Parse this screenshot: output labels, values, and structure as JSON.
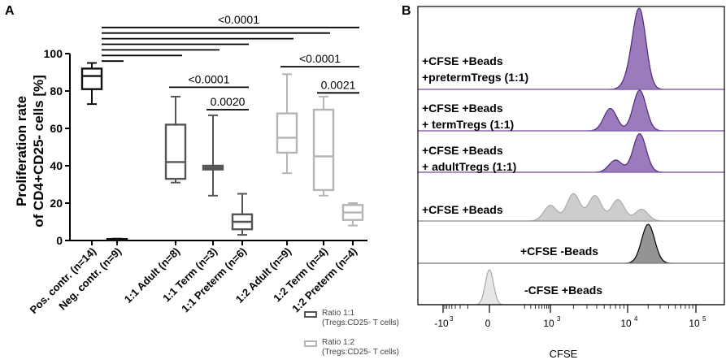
{
  "chart_data": [
    {
      "panel_label": "A",
      "type": "box",
      "ylabel": "Proliferation rate of CD4+CD25- cells [%]",
      "ylabel_lines": [
        "Proliferation rate",
        "of CD4+CD25- cells [%]"
      ],
      "ylim": [
        0,
        100
      ],
      "yticks": [
        0,
        20,
        40,
        60,
        80,
        100
      ],
      "categories": [
        "Pos. contr. (n=14)",
        "Neg. contr. (n=9)",
        "1:1 Adult (n=8)",
        "1:1 Term (n=3)",
        "1:1 Preterm (n=6)",
        "1:2 Adult (n=9)",
        "1:2 Term (n=4)",
        "1:2 Preterm (n=4)"
      ],
      "boxes": [
        {
          "min": 73,
          "q1": 81,
          "median": 88,
          "q3": 92,
          "max": 95,
          "group": "control"
        },
        {
          "min": 0.2,
          "q1": 0.3,
          "median": 0.5,
          "q3": 0.8,
          "max": 1.0,
          "group": "control"
        },
        {
          "min": 31,
          "q1": 33,
          "median": 42,
          "q3": 62,
          "max": 77,
          "group": "ratio_1_1"
        },
        {
          "min": 24,
          "q1": 38,
          "median": 39,
          "q3": 40,
          "max": 67,
          "group": "ratio_1_1"
        },
        {
          "min": 3,
          "q1": 6,
          "median": 10,
          "q3": 14,
          "max": 25,
          "group": "ratio_1_1"
        },
        {
          "min": 36,
          "q1": 47,
          "median": 55,
          "q3": 68,
          "max": 89,
          "group": "ratio_1_2"
        },
        {
          "min": 24,
          "q1": 27,
          "median": 45,
          "q3": 70,
          "max": 77,
          "group": "ratio_1_2"
        },
        {
          "min": 8,
          "q1": 11,
          "median": 15,
          "q3": 19,
          "max": 20,
          "group": "ratio_1_2"
        }
      ],
      "significance": [
        {
          "label": "<0.0001",
          "y": 114,
          "from": 0,
          "to": 7
        },
        {
          "label": "",
          "y": 111,
          "from": 0,
          "to": 6
        },
        {
          "label": "",
          "y": 108,
          "from": 0,
          "to": 5
        },
        {
          "label": "",
          "y": 105,
          "from": 0,
          "to": 4
        },
        {
          "label": "",
          "y": 102,
          "from": 0,
          "to": 3
        },
        {
          "label": "",
          "y": 99,
          "from": 0,
          "to": 2
        },
        {
          "label": "",
          "y": 96,
          "from": 0,
          "to": 1
        },
        {
          "label": "<0.0001",
          "y": 82,
          "from": 2,
          "to": 4
        },
        {
          "label": "0.0020",
          "y": 70,
          "from": 3,
          "to": 4
        },
        {
          "label": "<0.0001",
          "y": 93,
          "from": 5,
          "to": 7
        },
        {
          "label": "0.0021",
          "y": 79,
          "from": 6,
          "to": 7
        }
      ],
      "legend": [
        {
          "label": "Ratio 1:1",
          "sublabel": "(Tregs:CD25- T cells)",
          "color": "#555555"
        },
        {
          "label": "Ratio 1:2",
          "sublabel": "(Tregs:CD25- T cells)",
          "color": "#b5b5b5"
        }
      ],
      "colors": {
        "control": "#111111",
        "ratio_1_1": "#555555",
        "ratio_1_2": "#b5b5b5"
      }
    },
    {
      "panel_label": "B",
      "type": "area",
      "xlabel": "CFSE",
      "x_scale": "biexponential",
      "xticks": [
        "-10^3",
        "0",
        "10^3",
        "10^4",
        "10^5"
      ],
      "xtick_labels": [
        "-10",
        "0",
        "10",
        "10",
        "10"
      ],
      "xtick_exponents": [
        "3",
        "",
        "3",
        "4",
        "5"
      ],
      "rows": [
        {
          "label_lines": [
            "+CFSE +Beads",
            "+pretermTregs (1:1)"
          ],
          "color": "#7b4fa6",
          "peaks": [
            {
              "x": 15000,
              "h": 1.0
            },
            {
              "x": 11000,
              "h": 0.15
            }
          ]
        },
        {
          "label_lines": [
            "+CFSE +Beads",
            "+ termTregs (1:1)"
          ],
          "color": "#7b4fa6",
          "peaks": [
            {
              "x": 15000,
              "h": 1.0
            },
            {
              "x": 6000,
              "h": 0.55
            }
          ]
        },
        {
          "label_lines": [
            "+CFSE +Beads",
            "+ adultTregs (1:1)"
          ],
          "color": "#7b4fa6",
          "peaks": [
            {
              "x": 15000,
              "h": 0.95
            },
            {
              "x": 7000,
              "h": 0.3
            }
          ]
        },
        {
          "label_lines": [
            "+CFSE +Beads"
          ],
          "color": "#c8c8c8",
          "peaks": [
            {
              "x": 1000,
              "h": 0.4
            },
            {
              "x": 2000,
              "h": 0.7
            },
            {
              "x": 3800,
              "h": 0.65
            },
            {
              "x": 7500,
              "h": 0.55
            },
            {
              "x": 16000,
              "h": 0.3
            }
          ]
        },
        {
          "label_lines": [
            "+CFSE -Beads"
          ],
          "color": "#888888",
          "peaks": [
            {
              "x": 20000,
              "h": 1.0
            }
          ]
        },
        {
          "label_lines": [
            "-CFSE +Beads"
          ],
          "color": "#e4e4e4",
          "peaks": [
            {
              "x": 0,
              "h": 0.9
            }
          ]
        }
      ]
    }
  ]
}
